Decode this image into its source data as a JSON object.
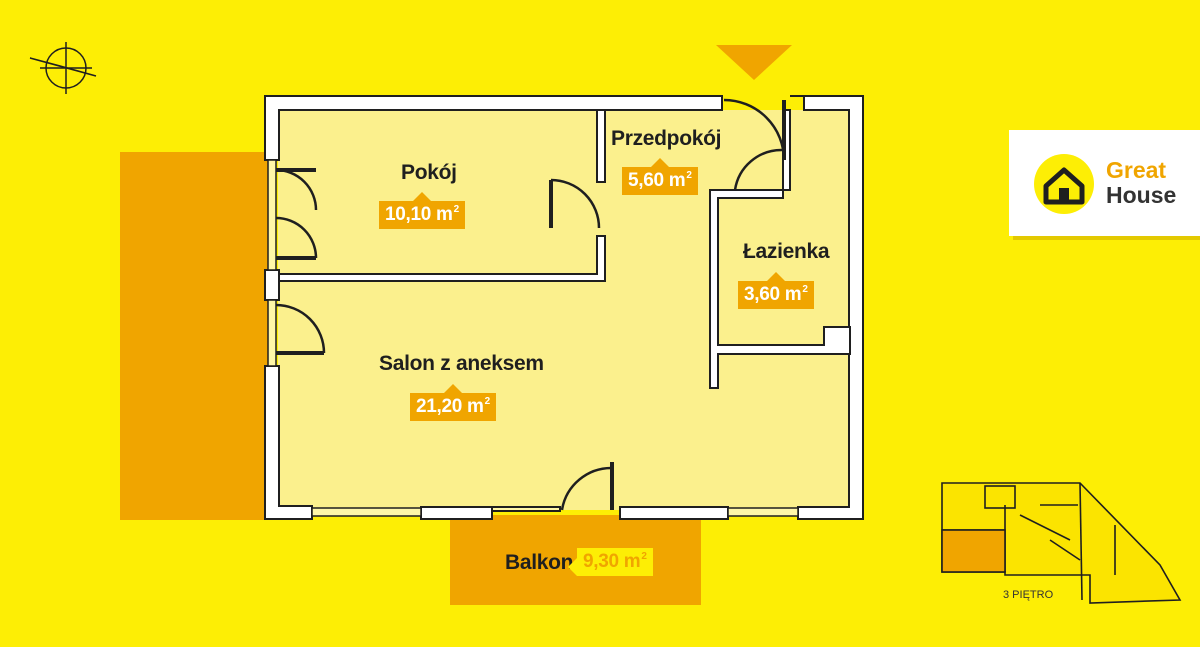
{
  "rooms": [
    {
      "name": "Pokój",
      "area": "10,10 m",
      "unit_sup": "2"
    },
    {
      "name": "Przedpokój",
      "area": "5,60 m",
      "unit_sup": "2"
    },
    {
      "name": "Łazienka",
      "area": "3,60 m",
      "unit_sup": "2"
    },
    {
      "name": "Salon z aneksem",
      "area": "21,20 m",
      "unit_sup": "2"
    },
    {
      "name": "Balkon",
      "area": "9,30 m",
      "unit_sup": "2"
    }
  ],
  "logo": {
    "line1": "Great",
    "line2": "House"
  },
  "floor_label": "3 PIĘTRO",
  "icons": {
    "compass": "compass-icon",
    "entrance": "entrance-arrow-icon",
    "logo": "house-logo-icon"
  },
  "colors": {
    "background": "#fdee05",
    "room_fill": "#fbf08d",
    "accent_orange": "#f0a500",
    "wall": "#ffffff",
    "wall_outline": "#1f1f1f"
  }
}
